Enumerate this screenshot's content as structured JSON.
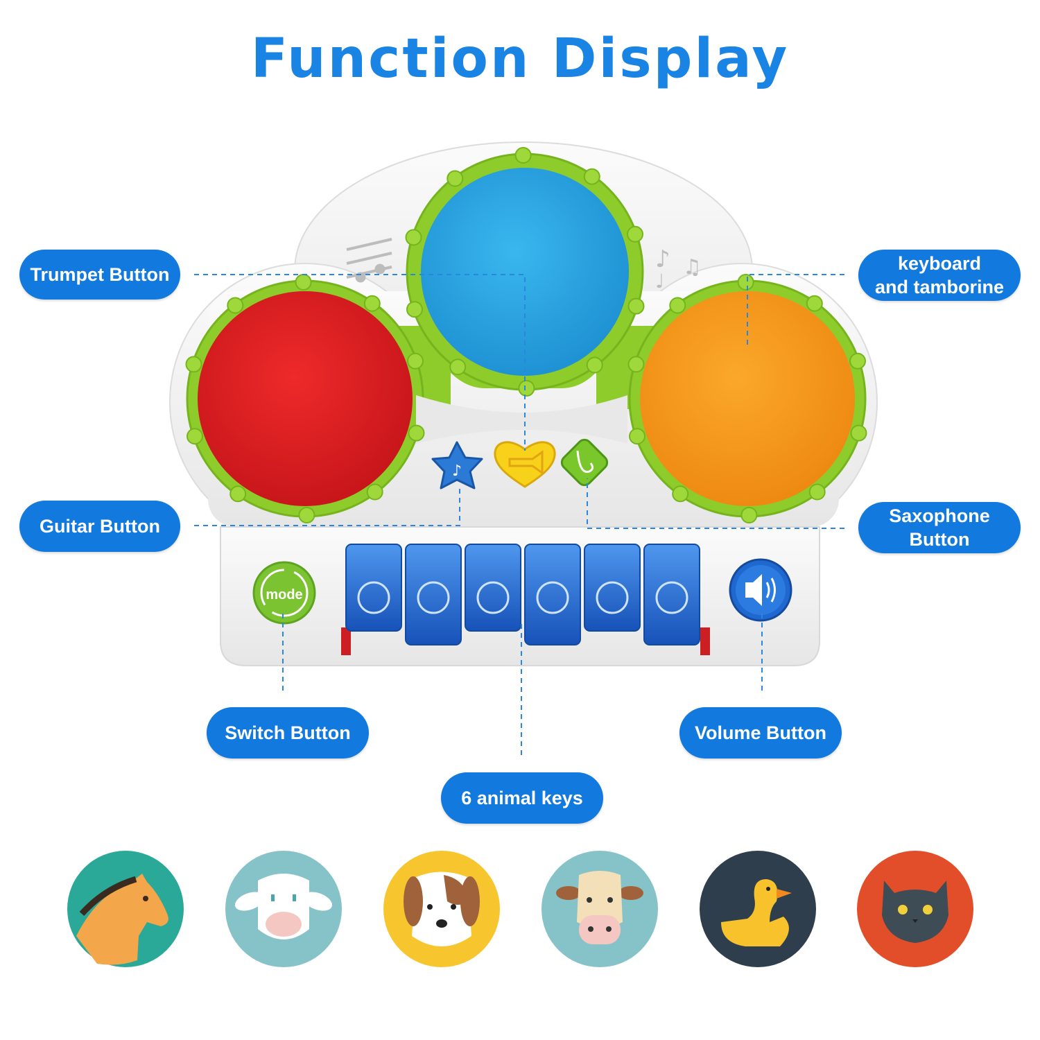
{
  "title": "Function Display",
  "labels": {
    "trumpet": "Trumpet Button",
    "keyboard": "keyboard\nand tamborine",
    "guitar": "Guitar Button",
    "saxophone": "Saxophone\nButton",
    "switch": "Switch Button",
    "volume": "Volume Button",
    "animal_keys": "6 animal keys"
  },
  "mode_button_text": "mode",
  "animals": [
    "horse-icon",
    "sheep-icon",
    "dog-icon",
    "cow-icon",
    "duck-icon",
    "cat-icon"
  ],
  "colors": {
    "title": "#1a84e4",
    "label_bg": "#1279de",
    "drum_red": "#e31e24",
    "drum_blue": "#2aa7e0",
    "drum_orange": "#f79a1f",
    "ring_green": "#8dcc2a",
    "key_blue": "#1d63c9"
  }
}
